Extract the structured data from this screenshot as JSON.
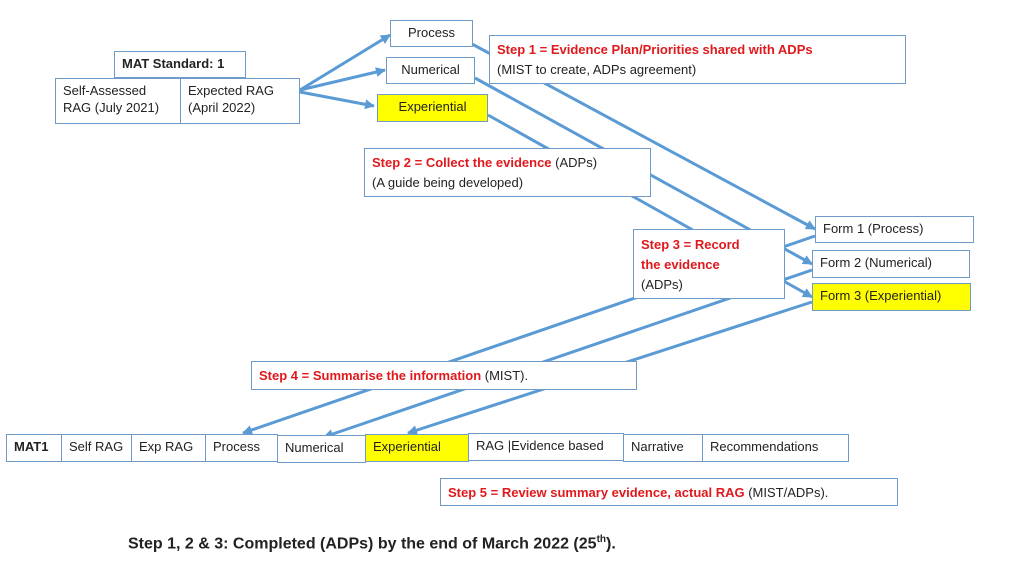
{
  "mat_standard": {
    "label": "MAT Standard: 1"
  },
  "self_assessed": {
    "line1": "Self-Assessed",
    "line2": "RAG (July 2021)"
  },
  "expected_rag": {
    "line1": "Expected RAG",
    "line2": "(April 2022)"
  },
  "evidence_types": {
    "process": "Process",
    "numerical": "Numerical",
    "experiential": "Experiential"
  },
  "step1": {
    "title": "Step 1 = Evidence Plan/Priorities shared with ADPs",
    "detail": "(MIST to create, ADPs agreement)"
  },
  "step2": {
    "title": "Step 2 = Collect the evidence",
    "detail_inline": " (ADPs)",
    "detail": "(A guide being developed)"
  },
  "step3": {
    "line1": "Step 3 = Record",
    "line2": "the evidence",
    "detail": "(ADPs)"
  },
  "forms": {
    "form1": "Form 1 (Process)",
    "form2": "Form 2 (Numerical)",
    "form3": "Form 3 (Experiential)"
  },
  "step4": {
    "title": "Step 4 = Summarise the information",
    "detail": " (MIST)."
  },
  "summary_row": {
    "mat1": "MAT1",
    "self_rag": "Self RAG",
    "exp_rag": "Exp RAG",
    "process": "Process",
    "numerical": "Numerical",
    "experiential": "Experiential",
    "evidence_based": "RAG |Evidence based",
    "narrative": "Narrative",
    "recommendations": "Recommendations"
  },
  "step5": {
    "title": "Step 5 = Review summary evidence, actual RAG",
    "detail": " (MIST/ADPs)."
  },
  "footer": {
    "text": "Step 1, 2 & 3: Completed (ADPs) by the end of March 2022 (25",
    "sup": "th",
    "end": ")."
  },
  "colors": {
    "arrow": "#5b9bd5",
    "highlight": "#ffff00",
    "step_title": "#e0191c",
    "border": "#6f9bc8"
  }
}
